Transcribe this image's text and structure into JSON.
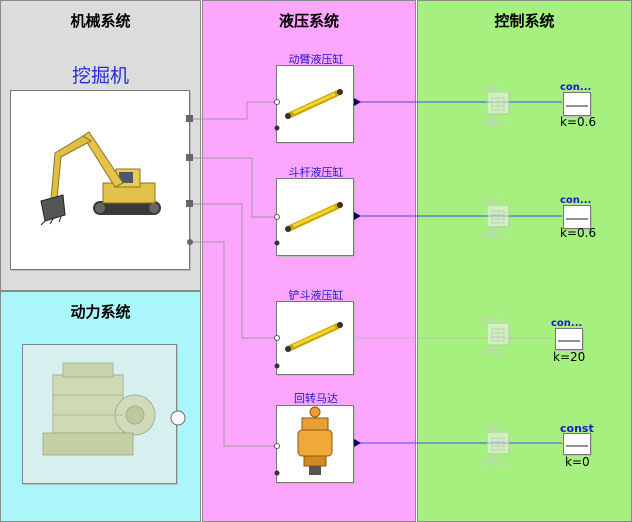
{
  "panels": {
    "mechanical": {
      "title": "机械系统",
      "bg": "#dcdcdc"
    },
    "power": {
      "title": "动力系统",
      "bg": "#aaf6fb"
    },
    "hydraulic": {
      "title": "液压系统",
      "bg": "#fda6fd"
    },
    "control": {
      "title": "控制系统",
      "bg": "#a6f080"
    }
  },
  "mechanical": {
    "excavator_label": "挖掘机"
  },
  "hydraulic_blocks": [
    {
      "label": "动臂液压缸",
      "icon": "hydraulic-cylinder-icon"
    },
    {
      "label": "斗杆液压缸",
      "icon": "hydraulic-cylinder-icon"
    },
    {
      "label": "铲斗液压缸",
      "icon": "hydraulic-cylinder-icon"
    },
    {
      "label": "回转马达",
      "icon": "hydraulic-motor-icon"
    }
  ],
  "control_rows": [
    {
      "timer_top": "tim...",
      "timer_bottom": "offs...",
      "const_label": "con...",
      "k": "k=0.6"
    },
    {
      "timer_top": "tim...",
      "timer_bottom": "offs...",
      "const_label": "con...",
      "k": "k=0.6"
    },
    {
      "timer_top": "tim...",
      "timer_bottom": "offs...",
      "const_label": "con...",
      "k": "k=20"
    },
    {
      "timer_top": "tim...",
      "timer_bottom": "offs...",
      "const_label": "const",
      "k": "k=0"
    }
  ],
  "colors": {
    "wire": "#9a9a9a",
    "signal": "#4a4ae0",
    "label_blue": "#1a1acc"
  }
}
